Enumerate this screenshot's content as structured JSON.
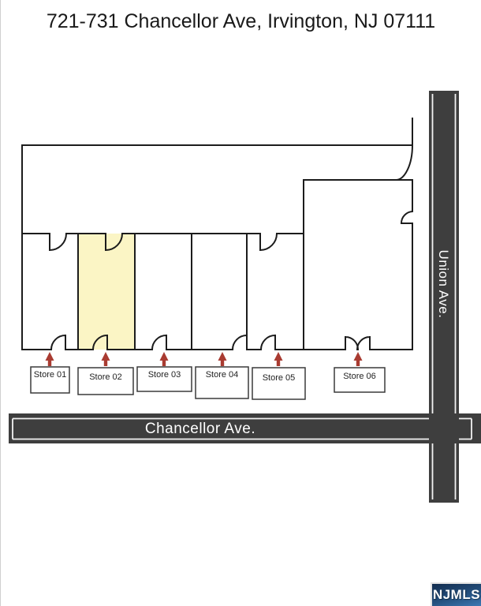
{
  "title": "721-731 Chancellor Ave, Irvington, NJ 07111",
  "plan": {
    "wall_color": "#1c1c1c",
    "highlight_color": "#fbf5c5",
    "arrow_color": "#a93b31",
    "road_color": "#3e3e3e",
    "road_line_color": "#f2f2f2",
    "stores": [
      {
        "label": "Store 01"
      },
      {
        "label": "Store 02"
      },
      {
        "label": "Store 03"
      },
      {
        "label": "Store 04"
      },
      {
        "label": "Store 05"
      },
      {
        "label": "Store 06"
      }
    ],
    "roads": {
      "horizontal": "Chancellor Ave.",
      "vertical": "Union Ave."
    }
  },
  "watermark": {
    "label": "NJMLS",
    "color_top": "#122c4e",
    "color_bottom": "#3d79b4"
  }
}
